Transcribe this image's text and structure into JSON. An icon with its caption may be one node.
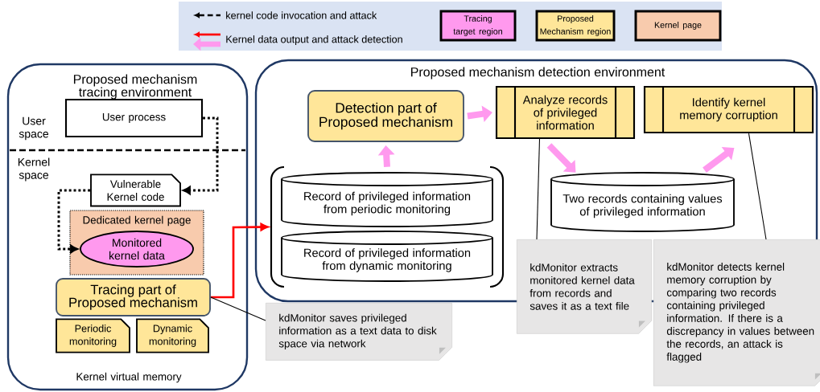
{
  "diagram": {
    "nodes": [
      {
        "text": [
          "Proposed mechanism tracing environment",
          "User space",
          "Kernel space",
          "Kernel virtual memory"
        ]
      },
      {
        "text": [
          "User process"
        ],
        "in": 0
      },
      {
        "text": [
          "Vulnerable Kernel code"
        ],
        "in": 0
      },
      {
        "text": [
          "Dedicated kernel page"
        ],
        "in": 0
      },
      {
        "text": [
          "Monitored kernel data"
        ],
        "in": 3
      },
      {
        "text": [
          "Tracing part of Proposed mechanism"
        ],
        "in": 0
      },
      {
        "text": [
          "Periodic monitoring"
        ],
        "in": 0
      },
      {
        "text": [
          "Dynamic monitoring"
        ],
        "in": 0
      },
      {
        "text": [
          "Proposed mechanism detection environment"
        ]
      },
      {
        "text": [
          "Detection part of Proposed mechanism"
        ],
        "in": 8
      },
      {
        "text": [
          "Analyze records of privileged information"
        ],
        "in": 8
      },
      {
        "text": [
          "Identify kernel memory corruption"
        ],
        "in": 8
      },
      {
        "text": [],
        "shape": "bracket",
        "in": 8
      },
      {
        "text": [
          "Record of privileged information from periodic monitoring"
        ],
        "in": 12
      },
      {
        "text": [
          "Record of privileged information from dynamic monitoring"
        ],
        "in": 12
      },
      {
        "text": [
          "Two records containing values of privileged information"
        ],
        "in": 8
      },
      {
        "text": [
          "kdMonitor saves privileged information as a text data to disk space via network"
        ]
      },
      {
        "text": [
          "kdMonitor extracts monitored kernel data from records and saves it as a text file"
        ]
      },
      {
        "text": [
          "kdMonitor detects kernel memory corruption by comparing two records containing privileged information. If there is a discrepancy in values between the records, an attack is flagged"
        ]
      }
    ],
    "edges": [
      {
        "from": 1,
        "to": 2,
        "arrow": "to",
        "style": "dashed"
      },
      {
        "from": 2,
        "to": 4,
        "arrow": "to",
        "style": "dashed"
      },
      {
        "from": 5,
        "to": 12,
        "arrow": "to",
        "color": "#ff0000"
      },
      {
        "from": 12,
        "to": 9,
        "arrow": "to",
        "style": "thick",
        "color": "#ff99ee"
      },
      {
        "from": 9,
        "to": 10,
        "arrow": "to",
        "style": "thick",
        "color": "#ff99ee"
      },
      {
        "from": 10,
        "to": 15,
        "arrow": "to",
        "style": "thick",
        "color": "#ff99ee"
      },
      {
        "from": 15,
        "to": 11,
        "arrow": "to",
        "style": "thick",
        "color": "#ff99ee"
      },
      {
        "from": 16,
        "to": 5,
        "arrow": "none",
        "color": "#000000"
      },
      {
        "from": 17,
        "to": 10,
        "arrow": "none",
        "color": "#000000"
      },
      {
        "from": 18,
        "to": 11,
        "arrow": "none",
        "color": "#000000"
      }
    ],
    "legend": [
      {
        "text": "kernel code invocation and attack"
      },
      {
        "text": "Kernel data output and attack detection"
      },
      {
        "text": "Tracing target region",
        "color": "#ff99ee"
      },
      {
        "text": "Proposed Mechanism region",
        "color": "#ffe699"
      },
      {
        "text": "Kernel page",
        "color": "#f8cbad"
      }
    ]
  }
}
